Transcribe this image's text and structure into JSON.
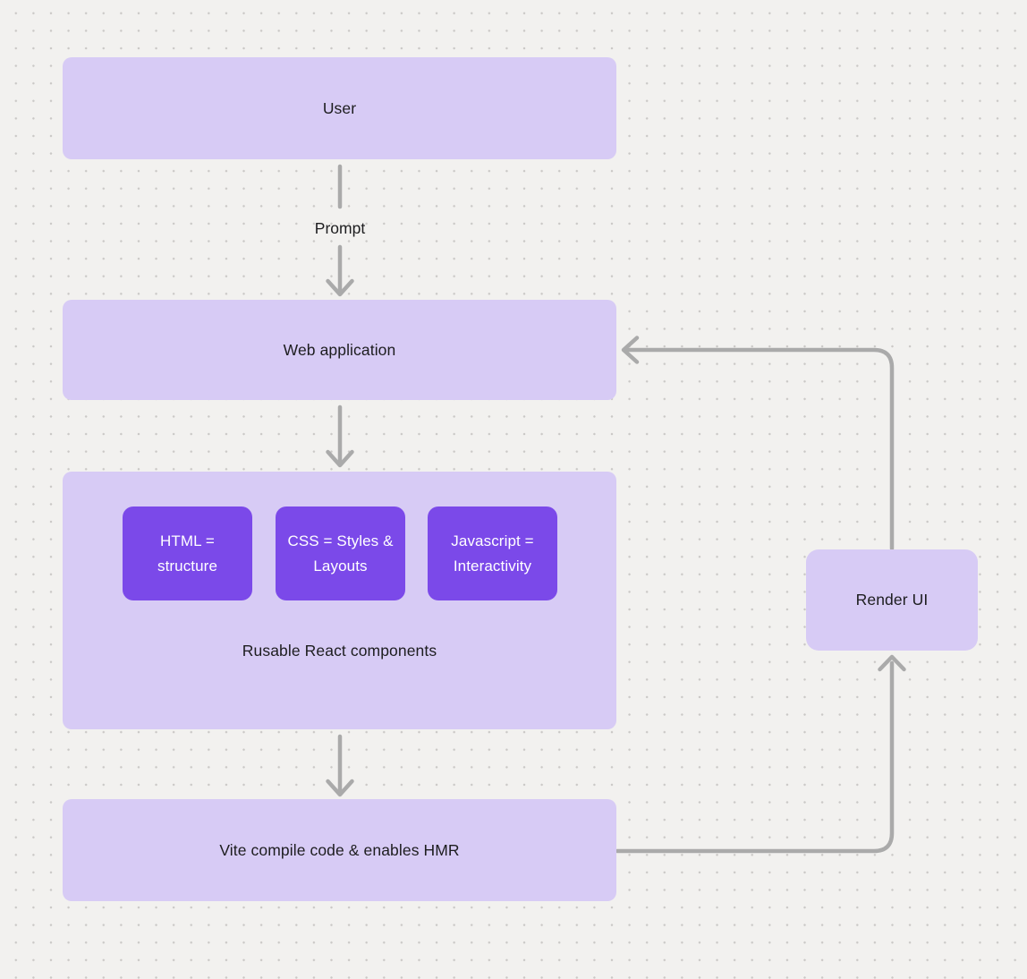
{
  "diagram": {
    "colors": {
      "background": "#f2f1ef",
      "dot_grid": "#cac8c6",
      "node_fill": "#d7cbf5",
      "chip_fill": "#7b49e9",
      "connector": "#aaaaaa",
      "node_text": "#1d1d1f",
      "chip_text": "#ffffff"
    },
    "nodes": {
      "user": {
        "label": "User"
      },
      "web_application": {
        "label": "Web application"
      },
      "components_group": {
        "label": "Rusable React components",
        "chips": [
          {
            "label": "HTML = structure"
          },
          {
            "label": "CSS = Styles & Layouts"
          },
          {
            "label": "Javascript = Interactivity"
          }
        ]
      },
      "vite": {
        "label": "Vite compile code & enables HMR"
      },
      "render_ui": {
        "label": "Render UI"
      }
    },
    "edges": {
      "prompt_label": "Prompt"
    }
  }
}
